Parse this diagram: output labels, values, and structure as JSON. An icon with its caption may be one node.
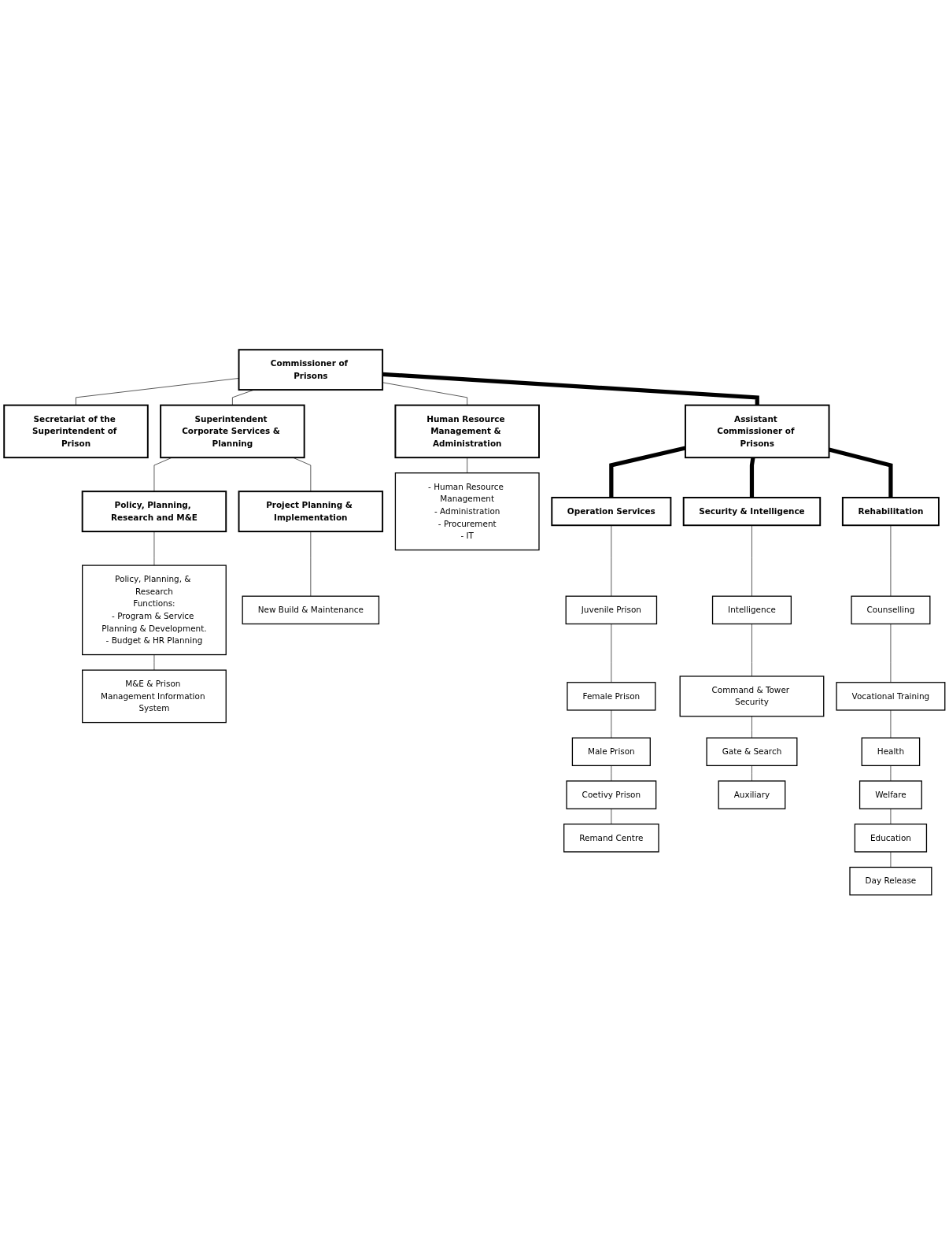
{
  "diagram": {
    "nodes": [
      {
        "text": [
          "Commissioner of Prisons"
        ]
      },
      {
        "text": [
          "Secretariat of the Superintendent of Prison"
        ]
      },
      {
        "text": [
          "Superintendent Corporate Services & Planning"
        ]
      },
      {
        "text": [
          "Policy, Planning, Research and M&E"
        ]
      },
      {
        "text": [
          "Policy, Planning, & Research",
          "Functions:",
          "- Program & Service Planning & Development.",
          "- Budget & HR Planning"
        ]
      },
      {
        "text": [
          "M&E & Prison Management Information System"
        ]
      },
      {
        "text": [
          "Human Resource Management & Administration"
        ]
      },
      {
        "text": [
          "- Human Resource Management",
          "- Administration",
          "- Procurement",
          "- IT"
        ]
      },
      {
        "text": [
          "Project Planning & Implementation"
        ]
      },
      {
        "text": [
          "New Build & Maintenance"
        ]
      },
      {
        "text": [
          "Assistant Commissioner of Prisons"
        ]
      },
      {
        "text": [
          "Operation Services"
        ]
      },
      {
        "text": [
          "Security & Intelligence"
        ]
      },
      {
        "text": [
          "Rehabilitation"
        ]
      },
      {
        "text": [
          "Juvenile Prison"
        ]
      },
      {
        "text": [
          "Female Prison"
        ]
      },
      {
        "text": [
          "Male Prison"
        ]
      },
      {
        "text": [
          "Coetivy Prison"
        ]
      },
      {
        "text": [
          "Remand Centre"
        ]
      },
      {
        "text": [
          "Intelligence"
        ]
      },
      {
        "text": [
          "Command & Tower Security"
        ]
      },
      {
        "text": [
          "Gate & Search"
        ]
      },
      {
        "text": [
          "Auxiliary"
        ]
      },
      {
        "text": [
          "Counselling"
        ]
      },
      {
        "text": [
          "Vocational Training"
        ]
      },
      {
        "text": [
          "Health"
        ]
      },
      {
        "text": [
          "Welfare"
        ]
      },
      {
        "text": [
          "Education"
        ]
      },
      {
        "text": [
          "Day Release"
        ]
      }
    ],
    "edges": [
      {
        "from": 0,
        "to": 1,
        "arrow": "none"
      },
      {
        "from": 0,
        "to": 2,
        "arrow": "none"
      },
      {
        "from": 2,
        "to": 3,
        "arrow": "none"
      },
      {
        "from": 3,
        "to": 4,
        "arrow": "none"
      },
      {
        "from": 4,
        "to": 5,
        "arrow": "none"
      },
      {
        "from": 2,
        "to": 8,
        "arrow": "none"
      },
      {
        "from": 8,
        "to": 9,
        "arrow": "none"
      },
      {
        "from": 0,
        "to": 6,
        "arrow": "none"
      },
      {
        "from": 6,
        "to": 7,
        "arrow": "none"
      },
      {
        "from": 0,
        "to": 10,
        "arrow": "none",
        "style": "thick"
      },
      {
        "from": 10,
        "to": 11,
        "arrow": "none",
        "style": "thick"
      },
      {
        "from": 10,
        "to": 12,
        "arrow": "none",
        "style": "thick"
      },
      {
        "from": 10,
        "to": 13,
        "arrow": "none",
        "style": "thick"
      },
      {
        "from": 11,
        "to": 14,
        "arrow": "none"
      },
      {
        "from": 14,
        "to": 15,
        "arrow": "none"
      },
      {
        "from": 15,
        "to": 16,
        "arrow": "none"
      },
      {
        "from": 16,
        "to": 17,
        "arrow": "none"
      },
      {
        "from": 17,
        "to": 18,
        "arrow": "none"
      },
      {
        "from": 12,
        "to": 19,
        "arrow": "none"
      },
      {
        "from": 19,
        "to": 20,
        "arrow": "none"
      },
      {
        "from": 20,
        "to": 21,
        "arrow": "none"
      },
      {
        "from": 21,
        "to": 22,
        "arrow": "none"
      },
      {
        "from": 13,
        "to": 23,
        "arrow": "none"
      },
      {
        "from": 23,
        "to": 24,
        "arrow": "none"
      },
      {
        "from": 24,
        "to": 25,
        "arrow": "none"
      },
      {
        "from": 25,
        "to": 26,
        "arrow": "none"
      },
      {
        "from": 26,
        "to": 27,
        "arrow": "none"
      },
      {
        "from": 27,
        "to": 28,
        "arrow": "none"
      }
    ]
  }
}
